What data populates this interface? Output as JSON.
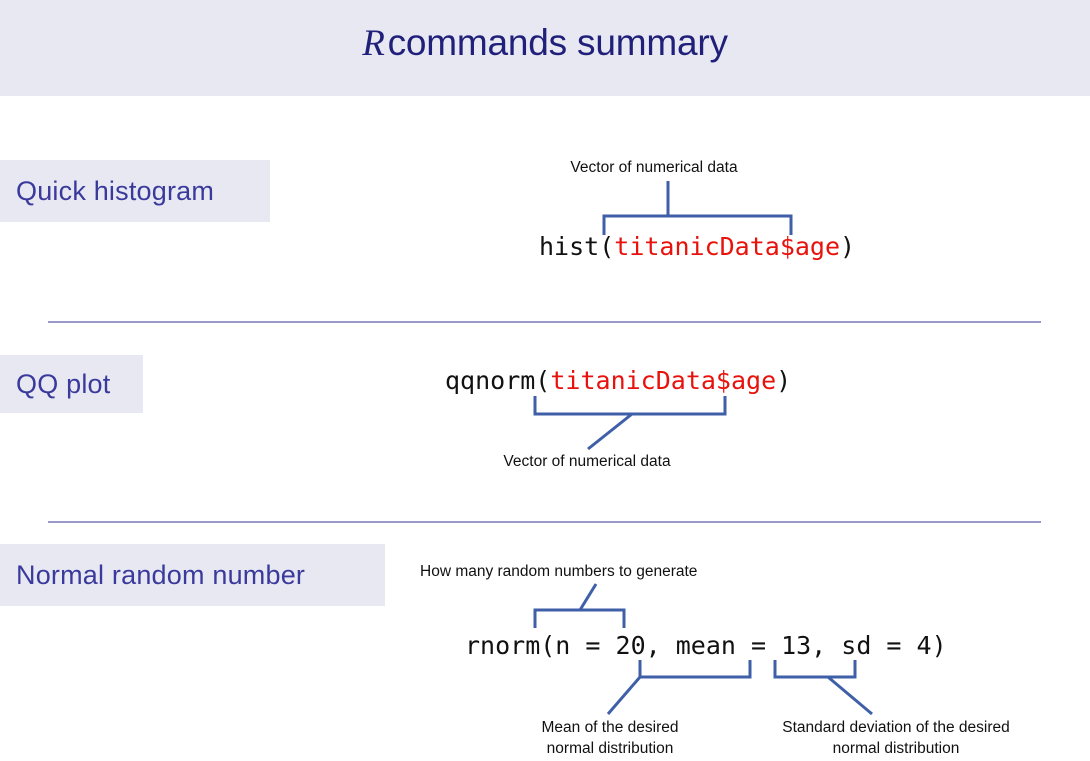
{
  "header": {
    "title_r": "R",
    "title_rest": "commands summary",
    "band_color": "#e8e8f3",
    "title_color": "#20207a"
  },
  "colors": {
    "chip_background": "#e8e8f3",
    "chip_text": "#3a3a9c",
    "divider": "#9a9ac8",
    "connector": "#3f5fa8",
    "code_text": "#111111",
    "code_argument": "#e8120c"
  },
  "sections": [
    {
      "id": "quick-histogram",
      "label": "Quick histogram",
      "code_prefix": "hist(",
      "code_argument": "titanicData$age",
      "code_suffix": ")",
      "annotations": [
        {
          "id": "vector-numerical-data",
          "text": "Vector of numerical data"
        }
      ]
    },
    {
      "id": "qq-plot",
      "label": "QQ plot",
      "code_prefix": "qqnorm(",
      "code_argument": "titanicData$age",
      "code_suffix": ")",
      "annotations": [
        {
          "id": "vector-numerical-data",
          "text": "Vector of numerical data"
        }
      ]
    },
    {
      "id": "normal-random-number",
      "label": "Normal random number",
      "code_prefix": "rnorm(n = 20, mean = 13, sd = 4)",
      "code_argument": "",
      "code_suffix": "",
      "annotations": [
        {
          "id": "how-many",
          "text": "How many  random numbers to generate"
        },
        {
          "id": "mean-desc",
          "text": "Mean of the desired\nnormal distribution"
        },
        {
          "id": "sd-desc",
          "text": "Standard deviation of the desired\nnormal distribution"
        }
      ]
    }
  ],
  "dividers": [
    {
      "id": "divider-1"
    },
    {
      "id": "divider-2"
    }
  ]
}
